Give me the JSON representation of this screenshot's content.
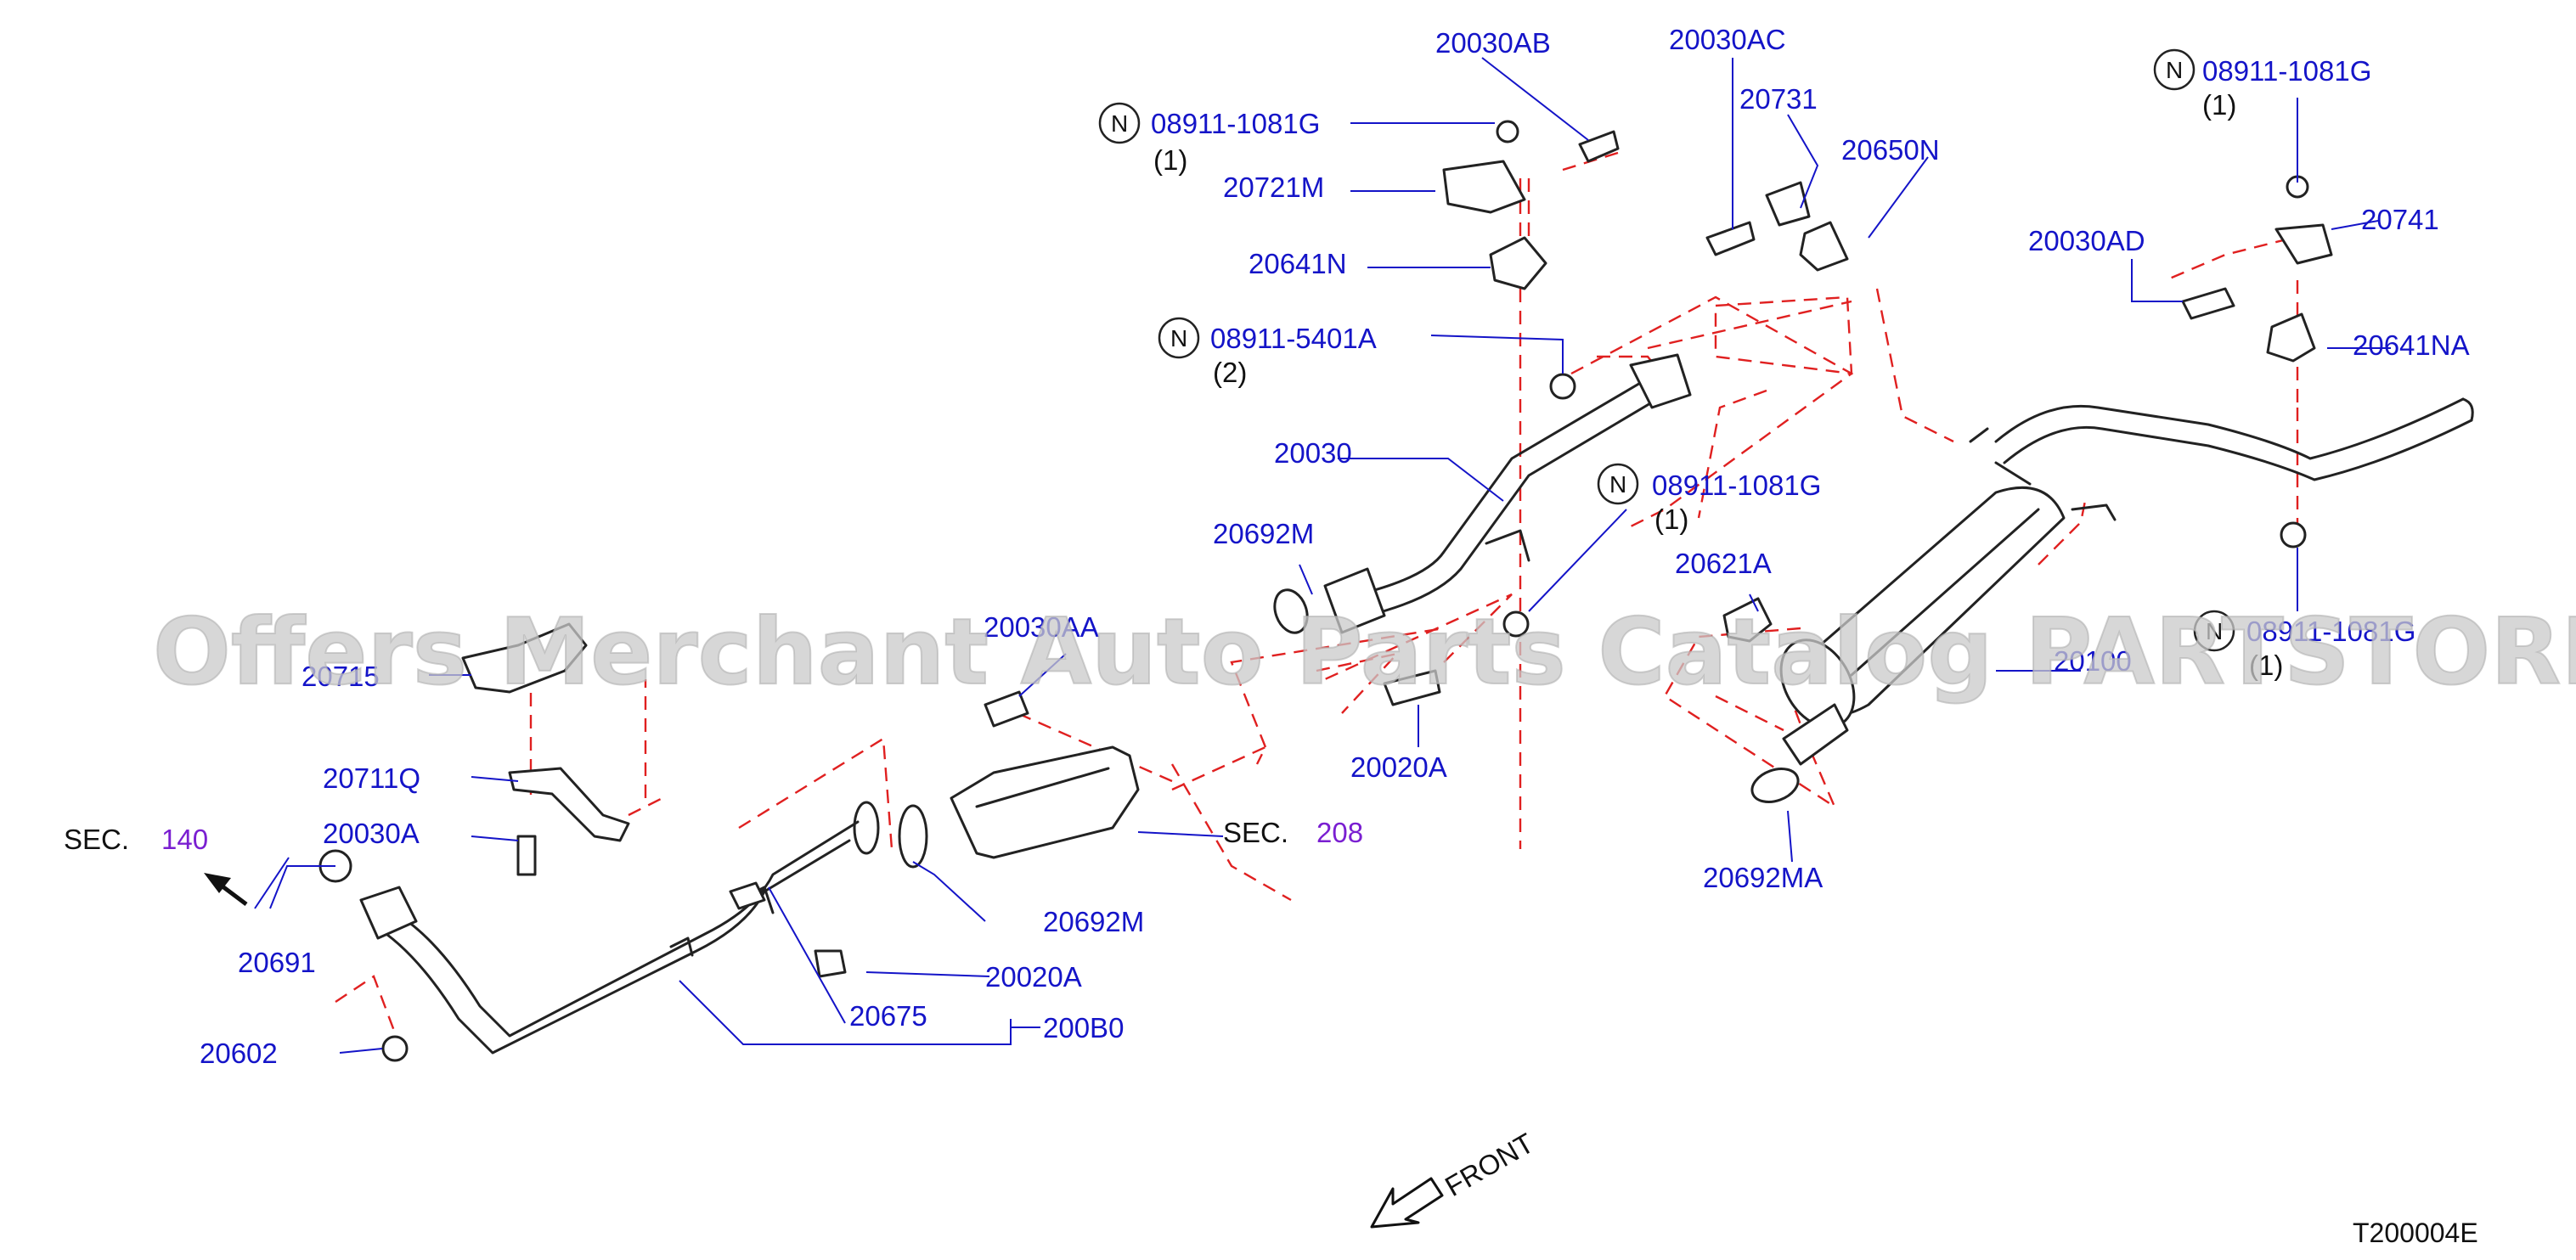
{
  "diagram": {
    "figure_code": "T200004E",
    "watermark": "Offers Merchant Auto Parts Catalog PARTSTORE.SA",
    "front_label": "FRONT",
    "sections": [
      {
        "prefix": "SEC.",
        "number": "140"
      },
      {
        "prefix": "SEC.",
        "number": "208"
      }
    ],
    "n_symbol": "N",
    "parts": [
      "20030AB",
      "20030AC",
      "08911-1081G",
      "(1)",
      "20721M",
      "20641N",
      "08911-5401A",
      "(2)",
      "20030",
      "20731",
      "20650N",
      "08911-1081G",
      "(1)",
      "20741",
      "20030AD",
      "20641NA",
      "08911-1081G",
      "(1)",
      "20692M",
      "20621A",
      "20030AA",
      "20715",
      "20100",
      "08911-1081G",
      "(1)",
      "20020A",
      "20711Q",
      "20030A",
      "20691",
      "20692M",
      "20692MA",
      "20020A",
      "20675",
      "200B0",
      "20602"
    ]
  }
}
